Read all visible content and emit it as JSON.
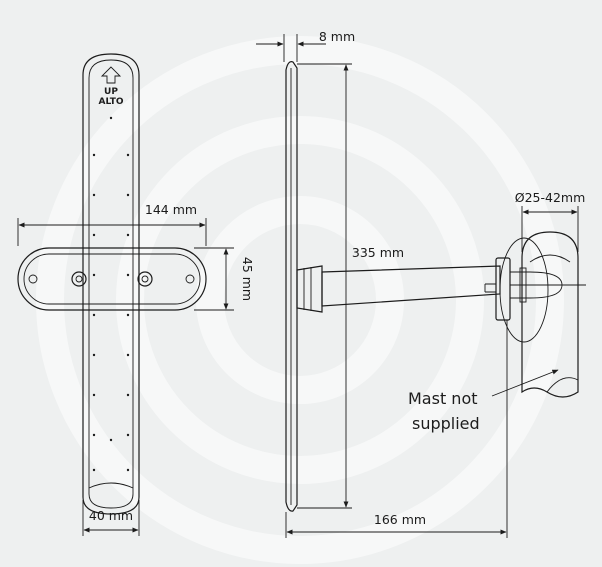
{
  "labels": {
    "front_top_1": "UP",
    "front_top_2": "ALTO",
    "dim_width_bracket": "144 mm",
    "dim_height_bracket": "45 mm",
    "dim_bottom_width": "40 mm",
    "dim_depth": "8 mm",
    "dim_length": "335 mm",
    "dim_mast_diameter": "Ø25-42mm",
    "note_line_1": "Mast not",
    "note_line_2": "supplied",
    "dim_projection": "166 mm"
  },
  "colors": {
    "background": "#eef0f0",
    "line": "#1c1c1c",
    "panel_fill": "#f4f5f5"
  }
}
